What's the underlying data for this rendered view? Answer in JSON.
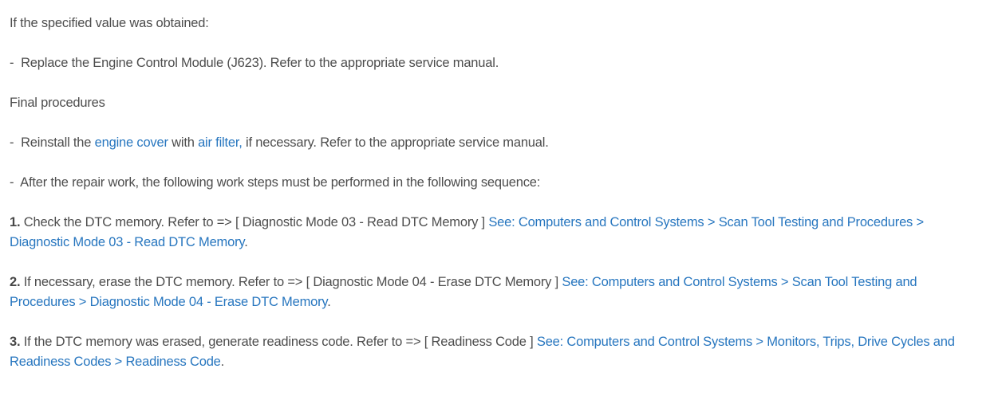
{
  "colors": {
    "text": "#4d4d4d",
    "link": "#2776bf",
    "background": "#ffffff"
  },
  "content": {
    "paragraphs": [
      {
        "segments": [
          {
            "style": "text",
            "text": "If the specified value was obtained:"
          }
        ]
      },
      {
        "segments": [
          {
            "style": "text",
            "text": "-  Replace the Engine Control Module (J623). Refer to the appropriate service manual."
          }
        ]
      },
      {
        "segments": [
          {
            "style": "text",
            "text": "Final procedures"
          }
        ]
      },
      {
        "segments": [
          {
            "style": "text",
            "text": "-  Reinstall the "
          },
          {
            "style": "link",
            "text": "engine cover"
          },
          {
            "style": "text",
            "text": " with "
          },
          {
            "style": "link",
            "text": "air filter,"
          },
          {
            "style": "text",
            "text": " if necessary. Refer to the appropriate service manual."
          }
        ]
      },
      {
        "segments": [
          {
            "style": "text",
            "text": "-  After the repair work, the following work steps must be performed in the following sequence:"
          }
        ]
      },
      {
        "segments": [
          {
            "style": "bold",
            "text": "1."
          },
          {
            "style": "text",
            "text": " Check the DTC memory. Refer to => [ Diagnostic Mode 03 - Read DTC Memory ] "
          },
          {
            "style": "link",
            "text": "See: Computers and Control Systems > Scan Tool Testing and Procedures > Diagnostic Mode 03 - Read DTC Memory"
          },
          {
            "style": "text",
            "text": "."
          }
        ]
      },
      {
        "segments": [
          {
            "style": "bold",
            "text": "2."
          },
          {
            "style": "text",
            "text": " If necessary, erase the DTC memory. Refer to => [ Diagnostic Mode 04 - Erase DTC Memory ] "
          },
          {
            "style": "link",
            "text": "See: Computers and Control Systems > Scan Tool Testing and Procedures > Diagnostic Mode 04 - Erase DTC Memory"
          },
          {
            "style": "text",
            "text": "."
          }
        ]
      },
      {
        "segments": [
          {
            "style": "bold",
            "text": "3."
          },
          {
            "style": "text",
            "text": " If the DTC memory was erased, generate readiness code. Refer to => [ Readiness Code ] "
          },
          {
            "style": "link",
            "text": "See: Computers and Control Systems > Monitors, Trips, Drive Cycles and Readiness Codes > Readiness Code"
          },
          {
            "style": "text",
            "text": "."
          }
        ]
      }
    ]
  }
}
